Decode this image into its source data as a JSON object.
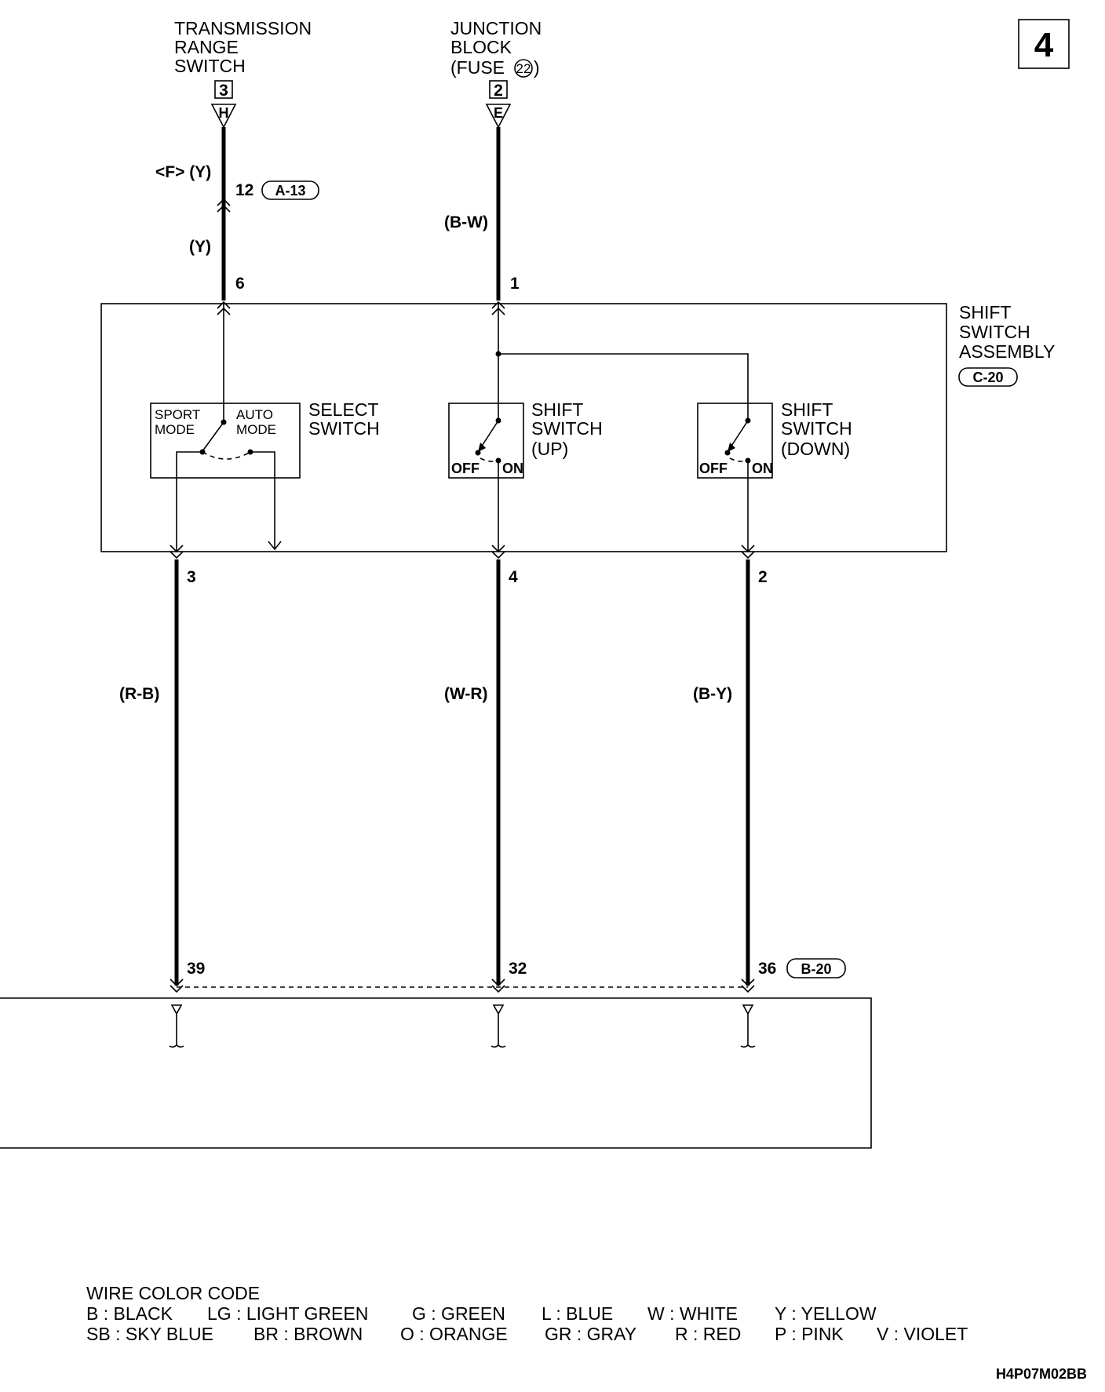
{
  "page_number": "4",
  "top_components": {
    "transmission_range_switch": {
      "lines": [
        "TRANSMISSION",
        "RANGE",
        "SWITCH"
      ],
      "terminal": "3",
      "connector_letter": "H"
    },
    "junction_block": {
      "lines": [
        "JUNCTION",
        "BLOCK",
        "(FUSE",
        "22",
        ")"
      ],
      "terminal": "2",
      "connector_letter": "E"
    }
  },
  "wires": {
    "trs_upper_color": "<F> (Y)",
    "trs_connector_pin": "12",
    "trs_connector_id": "A-13",
    "trs_lower_color": "(Y)",
    "jb_color": "(B-W)",
    "select_lower_color": "(R-B)",
    "up_lower_color": "(W-R)",
    "down_lower_color": "(B-Y)"
  },
  "shift_switch_assembly": {
    "lines": [
      "SHIFT",
      "SWITCH",
      "ASSEMBLY"
    ],
    "connector_id": "C-20",
    "pins": {
      "top_left": "6",
      "top_right": "1",
      "bottom_select": "3",
      "bottom_up": "4",
      "bottom_down": "2"
    },
    "select_switch": {
      "lines": [
        "SELECT",
        "SWITCH"
      ],
      "left_label": [
        "SPORT",
        "MODE"
      ],
      "right_label": [
        "AUTO",
        "MODE"
      ]
    },
    "shift_up": {
      "lines": [
        "SHIFT",
        "SWITCH",
        "(UP)"
      ],
      "off": "OFF",
      "on": "ON"
    },
    "shift_down": {
      "lines": [
        "SHIFT",
        "SWITCH",
        "(DOWN)"
      ],
      "off": "OFF",
      "on": "ON"
    }
  },
  "lower_connector": {
    "pins": [
      "39",
      "32",
      "36"
    ],
    "connector_id": "B-20"
  },
  "wire_color_code": {
    "title": "WIRE COLOR CODE",
    "row1": [
      "B : BLACK",
      "LG : LIGHT GREEN",
      "G : GREEN",
      "L : BLUE",
      "W : WHITE",
      "Y : YELLOW"
    ],
    "row2": [
      "SB : SKY BLUE",
      "BR : BROWN",
      "O : ORANGE",
      "GR : GRAY",
      "R : RED",
      "P : PINK",
      "V : VIOLET"
    ]
  },
  "figure_code": "H4P07M02BB"
}
